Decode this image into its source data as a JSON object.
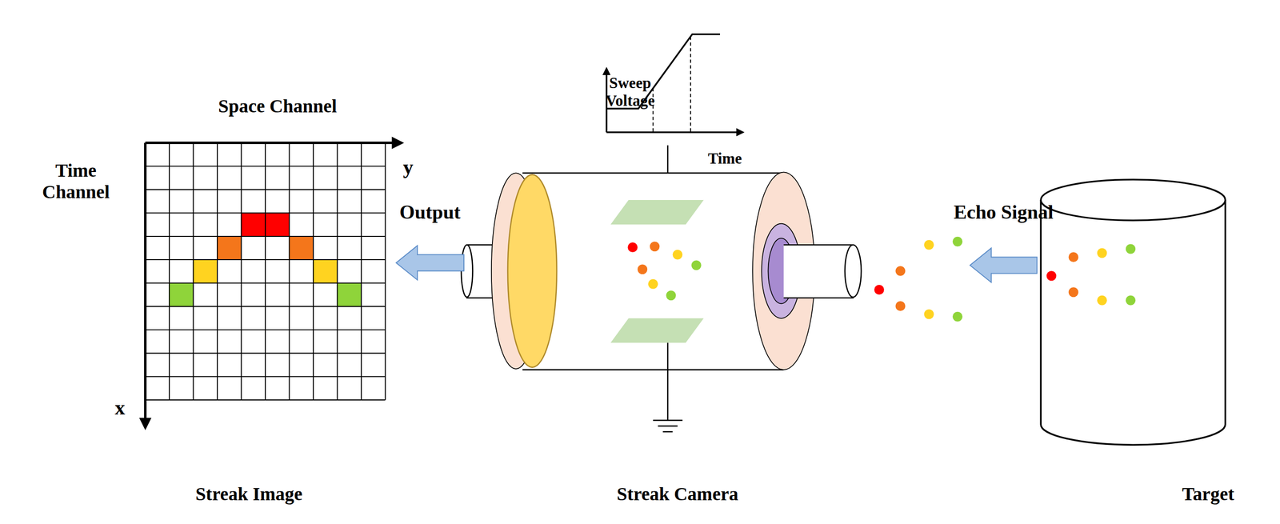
{
  "diagram": {
    "nodes": [
      {
        "text": [
          "Streak Image"
        ]
      },
      {
        "text": [
          "Streak Camera"
        ]
      },
      {
        "text": [
          "Target"
        ]
      }
    ],
    "edges": [
      {
        "from": 1,
        "to": 0,
        "label": "Output",
        "arrow": "to"
      },
      {
        "from": 2,
        "to": 1,
        "label": "Echo Signal",
        "arrow": "to"
      }
    ],
    "labels": [
      "Space Channel",
      "y",
      "Time Channel",
      "x",
      "Sweep Voltage",
      "Time"
    ]
  }
}
